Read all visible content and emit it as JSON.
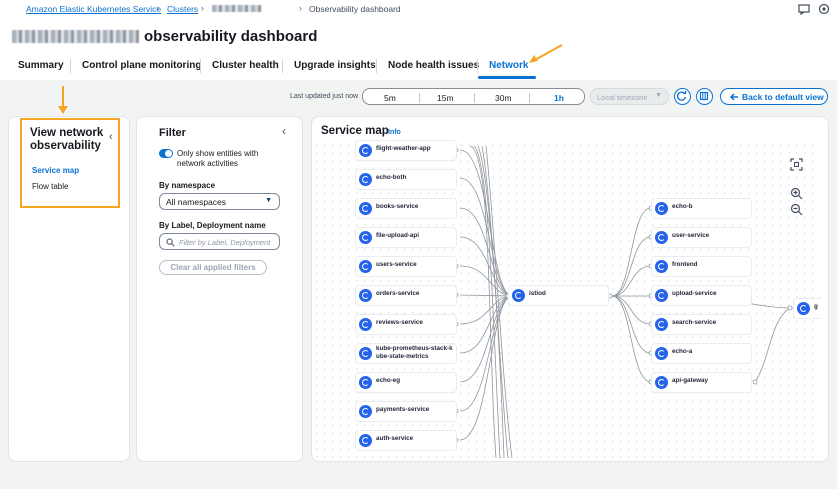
{
  "breadcrumb": {
    "root": "Amazon Elastic Kubernetes Service",
    "clusters": "Clusters",
    "current": "Observability dashboard"
  },
  "page": {
    "title": "observability dashboard"
  },
  "tabs": [
    "Summary",
    "Control plane monitoring",
    "Cluster health",
    "Upgrade insights",
    "Node health issues",
    "Network"
  ],
  "active_tab": "Network",
  "toolbar": {
    "last_updated": "Last updated just now",
    "ranges": [
      "5m",
      "15m",
      "30m",
      "1h"
    ],
    "selected_range": "1h",
    "timezone": "Local timezone",
    "back_button": "Back to default view"
  },
  "nav": {
    "title": "View network observability",
    "items": [
      "Service map",
      "Flow table"
    ],
    "active": "Service map"
  },
  "filter": {
    "title": "Filter",
    "toggle_label": "Only show entities with network activities",
    "namespace_label": "By namespace",
    "namespace_value": "All namespaces",
    "label_label": "By Label, Deployment name",
    "label_placeholder": "Filter by Label, Deployment",
    "clear_button": "Clear all applied filters"
  },
  "service_map": {
    "title": "Service map",
    "info": "Info",
    "left_nodes": [
      "flight-weather-app",
      "echo-both",
      "books-service",
      "file-upload-api",
      "users-service",
      "orders-service",
      "reviews-service",
      "kube-prometheus-stack-kube-state-metrics",
      "echo-eg",
      "payments-service",
      "auth-service"
    ],
    "center_node": "istiod",
    "right_nodes": [
      "echo-b",
      "user-service",
      "frontend",
      "upload-service",
      "search-service",
      "echo-a",
      "api-gateway"
    ],
    "far_right_node": "g"
  },
  "colors": {
    "accent": "#0972d3",
    "annotation": "#f5a524",
    "node_icon": "#2563eb"
  }
}
